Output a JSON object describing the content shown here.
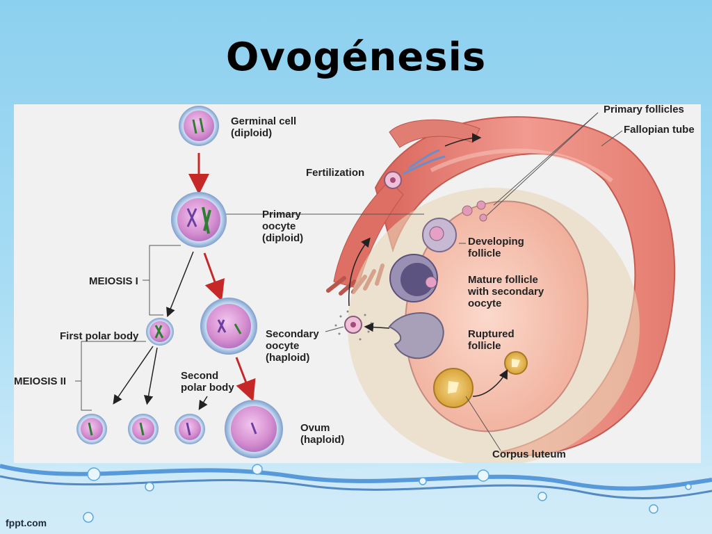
{
  "slide": {
    "title": "Ovogénesis",
    "footer": "fppt.com"
  },
  "diagram": {
    "labels": {
      "germinal_cell": "Germinal cell\n(diploid)",
      "primary_oocyte": "Primary\noocyte\n(diploid)",
      "meiosis_1": "MEIOSIS I",
      "first_polar_body": "First polar body",
      "secondary_oocyte": "Secondary\noocyte\n(haploid)",
      "meiosis_2": "MEIOSIS II",
      "second_polar_body": "Second\npolar body",
      "ovum": "Ovum\n(haploid)",
      "fertilization": "Fertilization",
      "primary_follicles": "Primary follicles",
      "fallopian_tube": "Fallopian tube",
      "developing_follicle": "Developing\nfollicle",
      "mature_follicle": "Mature follicle\nwith secondary\noocyte",
      "ruptured_follicle": "Ruptured\nfollicle",
      "corpus_luteum": "Corpus luteum"
    },
    "colors": {
      "cell_fill": "#d68fd0",
      "cell_ring": "#a9c4e6",
      "progression_arrow": "#c62828",
      "tube": "#e9847a",
      "ovary": "#f6c4b4"
    }
  }
}
